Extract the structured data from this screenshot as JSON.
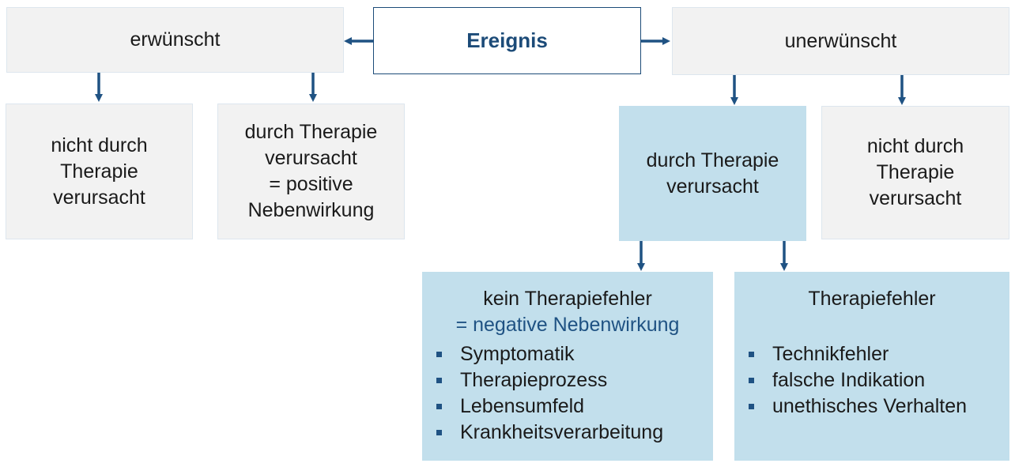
{
  "root": {
    "label": "Ereignis"
  },
  "left": {
    "label": "erwünscht",
    "children": [
      {
        "lines": [
          "nicht durch",
          "Therapie",
          "verursacht"
        ]
      },
      {
        "lines": [
          "durch Therapie",
          "verursacht",
          "= positive",
          "Nebenwirkung"
        ]
      }
    ]
  },
  "right": {
    "label": "unerwünscht",
    "children": [
      {
        "lines": [
          "durch Therapie",
          "verursacht"
        ]
      },
      {
        "lines": [
          "nicht durch",
          "Therapie",
          "verursacht"
        ]
      }
    ]
  },
  "bottom": {
    "kein_fehler": {
      "title": "kein Therapiefehler",
      "subtitle": "= negative Nebenwirkung",
      "items": [
        "Symptomatik",
        "Therapieprozess",
        "Lebensumfeld",
        "Krankheitsverarbeitung"
      ]
    },
    "fehler": {
      "title": "Therapiefehler",
      "items": [
        "Technikfehler",
        "falsche Indikation",
        "unethisches Verhalten"
      ]
    }
  },
  "colors": {
    "accent": "#1f5283",
    "gray_box": "#f2f2f2",
    "blue_box": "#c2dfec"
  }
}
